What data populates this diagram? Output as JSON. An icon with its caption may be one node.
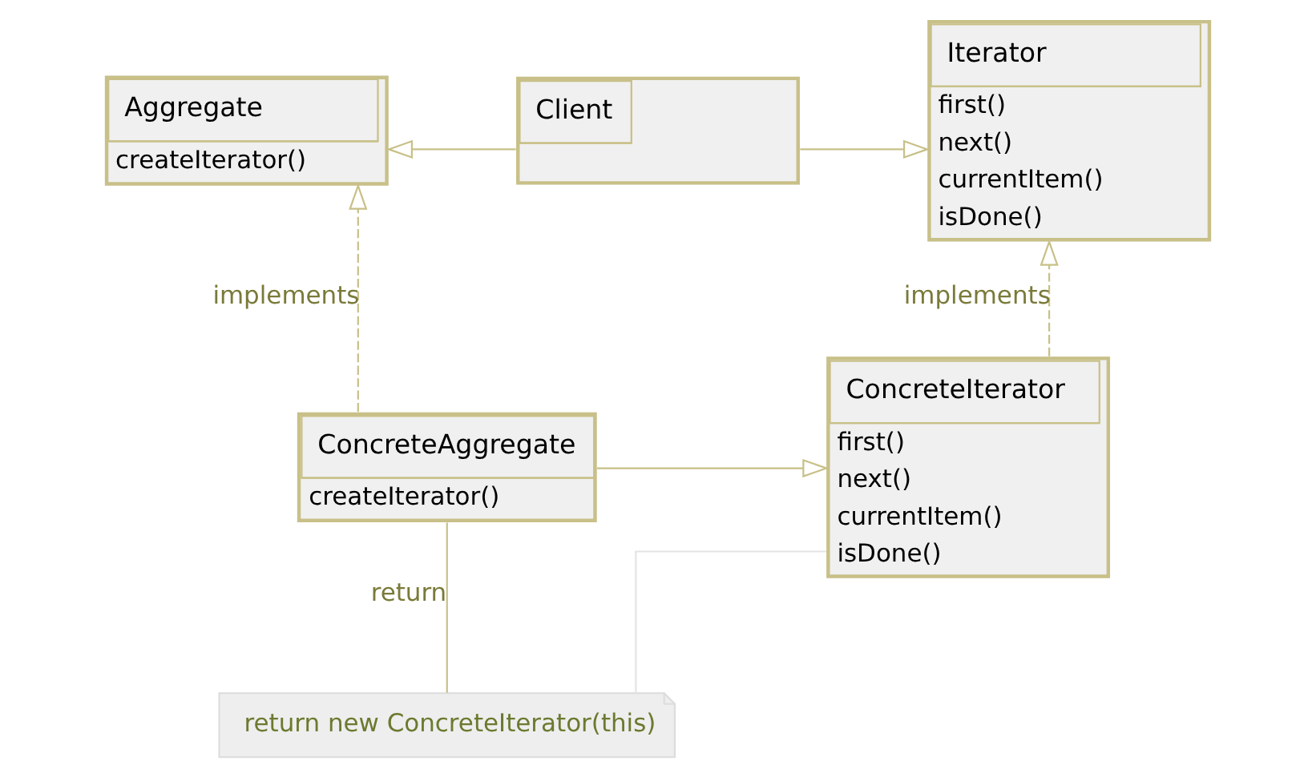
{
  "diagram": {
    "nodes": [
      {
        "text": [
          "Aggregate",
          "createIterator()"
        ]
      },
      {
        "text": [
          "Client"
        ]
      },
      {
        "text": [
          "Iterator",
          "first()",
          "next()",
          "currentItem()",
          "isDone()"
        ]
      },
      {
        "text": [
          "ConcreteAggregate",
          "createIterator()"
        ]
      },
      {
        "text": [
          "ConcreteIterator",
          "first()",
          "next()",
          "currentItem()",
          "isDone()"
        ]
      },
      {
        "text": [
          "return new ConcreteIterator(this)"
        ]
      }
    ],
    "edges": [
      {
        "from": 1,
        "to": 0,
        "arrow": "to"
      },
      {
        "from": 1,
        "to": 2,
        "arrow": "to"
      },
      {
        "from": 3,
        "to": 0,
        "arrow": "to",
        "style": "dashed",
        "label": "implements"
      },
      {
        "from": 4,
        "to": 2,
        "arrow": "to",
        "style": "dashed",
        "label": "implements"
      },
      {
        "from": 3,
        "to": 4,
        "arrow": "to"
      },
      {
        "from": 3,
        "to": 5,
        "arrow": "none",
        "label": "return"
      },
      {
        "from": 5,
        "to": 4,
        "arrow": "none",
        "color": "#e4e4e4"
      }
    ]
  }
}
